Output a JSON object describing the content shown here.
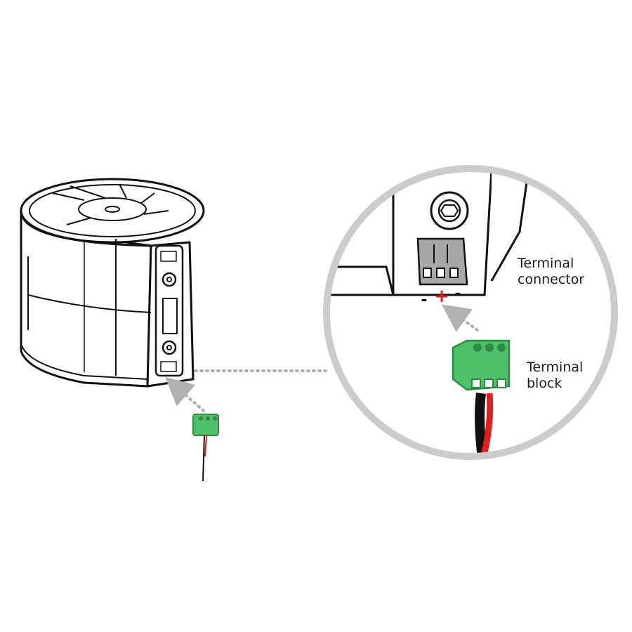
{
  "labels": {
    "terminal_connector": [
      "Terminal",
      "connector"
    ],
    "terminal_block": [
      "Terminal",
      "block"
    ]
  },
  "polarity": {
    "left": "-",
    "center": "+",
    "right": "-"
  },
  "colors": {
    "outline": "#111111",
    "device_fill": "#ffffff",
    "magnifier_ring": "#cccccc",
    "leader_line": "#b0b0b0",
    "terminal_green": "#4fbf6a",
    "terminal_green_dark": "#2e8b45",
    "connector_gray": "#a8a8a8",
    "wire_red": "#e02020",
    "wire_black": "#111111",
    "plus_red": "#e02020"
  },
  "icons": {
    "device": "speaker-enclosure-icon",
    "small_block": "terminal-block-icon",
    "screw": "hex-screw-icon"
  }
}
